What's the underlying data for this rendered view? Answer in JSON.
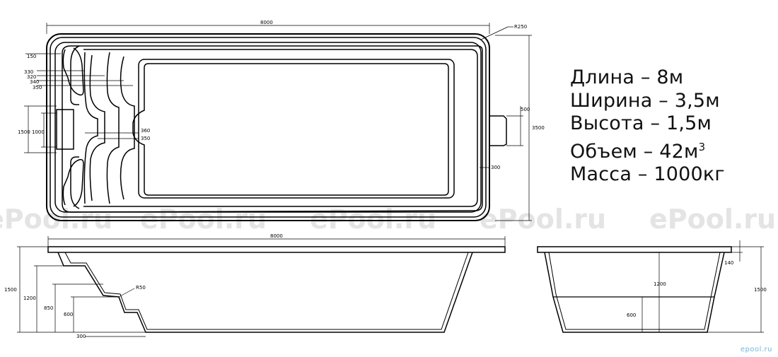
{
  "specs": {
    "length": "Длина – 8м",
    "width": "Ширина – 3,5м",
    "height": "Высота – 1,5м",
    "volume_prefix": "Объем – 42м",
    "volume_exp": "3",
    "mass": "Масса – 1000кг"
  },
  "watermark": "ePool.ru",
  "brand": "epool.ru",
  "top_view": {
    "overall_length": "8000",
    "corner_radius": "R250",
    "width": "3500",
    "d150": "150",
    "d330": "330",
    "d320": "320",
    "d340": "340",
    "d350": "350",
    "d1500": "1500",
    "d1000": "1000",
    "d360": "360",
    "d350b": "350",
    "d500": "500",
    "d300": "300"
  },
  "side_view": {
    "length": "8000",
    "height": "1500",
    "d1200": "1200",
    "d850": "850",
    "d600": "600",
    "d300": "300",
    "radius": "R50"
  },
  "end_view": {
    "d140": "140",
    "d1200": "1200",
    "d600": "600",
    "height": "1500"
  },
  "colors": {
    "line": "#000000",
    "watermark": "#e4e4e4",
    "brand": "#6fb8dc"
  }
}
